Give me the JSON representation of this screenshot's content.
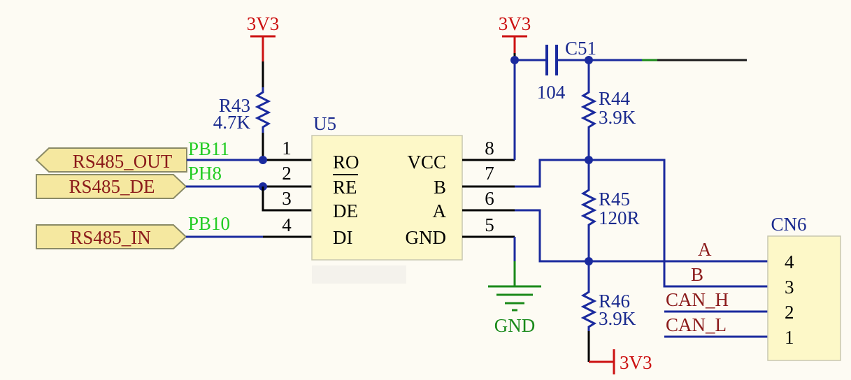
{
  "colors": {
    "wire": "#1a2a9e",
    "power": "#cc1111",
    "ground": "#1a8a1a",
    "net_label_green": "#22cc22",
    "wire_black": "#000000",
    "component_fill": "#fdf8c8",
    "port_fill": "#f5e8a0",
    "port_stroke": "#8a8a66",
    "text_dark": "#000000",
    "text_blue": "#1a2a8e",
    "text_red": "#8b1a1a",
    "background": "#fdfbf3"
  },
  "power": {
    "vcc_r43": "3V3",
    "vcc_u5": "3V3",
    "vcc_r46": "3V3"
  },
  "ground": {
    "label": "GND"
  },
  "ports": {
    "rs485_out": "RS485_OUT",
    "rs485_de": "RS485_DE",
    "rs485_in": "RS485_IN"
  },
  "mcu_pins": {
    "pb11": "PB11",
    "ph8": "PH8",
    "pb10": "PB10"
  },
  "u5": {
    "designator": "U5",
    "left_pins": [
      {
        "num": "1",
        "name": "RO"
      },
      {
        "num": "2",
        "name": "RE"
      },
      {
        "num": "3",
        "name": "DE"
      },
      {
        "num": "4",
        "name": "DI"
      }
    ],
    "right_pins": [
      {
        "num": "8",
        "name": "VCC"
      },
      {
        "num": "7",
        "name": "B"
      },
      {
        "num": "6",
        "name": "A"
      },
      {
        "num": "5",
        "name": "GND"
      }
    ]
  },
  "r43": {
    "designator": "R43",
    "value": "4.7K"
  },
  "c51": {
    "designator": "C51",
    "value": "104"
  },
  "r44": {
    "designator": "R44",
    "value": "3.9K"
  },
  "r45": {
    "designator": "R45",
    "value": "120R"
  },
  "r46": {
    "designator": "R46",
    "value": "3.9K"
  },
  "cn6": {
    "designator": "CN6",
    "pins": [
      "4",
      "3",
      "2",
      "1"
    ],
    "nets": [
      "A",
      "B",
      "CAN_H",
      "CAN_L"
    ]
  }
}
